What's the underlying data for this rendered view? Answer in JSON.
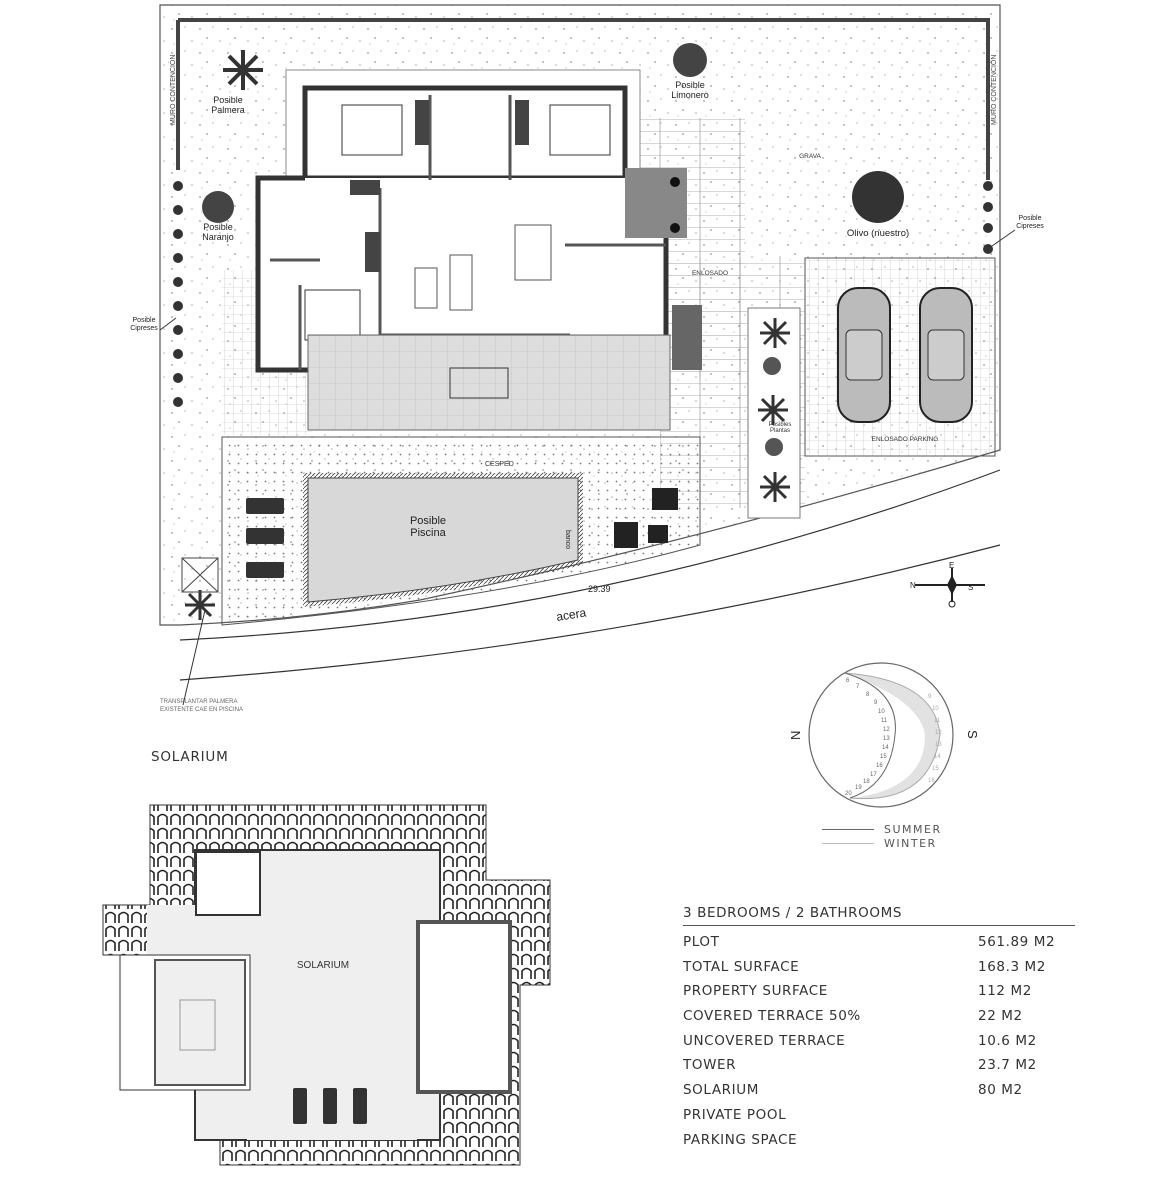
{
  "site_plan": {
    "retaining_wall_left": "MURO CONTENCIÓN",
    "retaining_wall_right": "MURO CONTENCIÓN",
    "palm_label": [
      "Posible",
      "Palmera"
    ],
    "lemon_label": [
      "Posible",
      "Limonero"
    ],
    "gravel_label": "GRAVA",
    "orange_label": [
      "Posible",
      "Naranjo"
    ],
    "olive_label": "Olivo (nuestro)",
    "cypress_right_label": [
      "Posible",
      "Cipreses"
    ],
    "cypress_left_label": [
      "Posible",
      "Cipreses"
    ],
    "paving_label": "ENLOSADO",
    "parking_label": "ENLOSADO PARKING",
    "plants_label": [
      "Posibles",
      "Plantas"
    ],
    "lawn_label": "CESPED",
    "pool_label": [
      "Posible",
      "Piscina"
    ],
    "bench_label": "banco",
    "level_label": "29.39",
    "sidewalk_label": "acera",
    "transplant_note": [
      "TRANSPLANTAR PALMERA",
      "EXISTENTE  CAE EN PISCINA"
    ],
    "compass": {
      "north": "N",
      "south": "S",
      "east": "E",
      "west": "O"
    }
  },
  "sun_diagram": {
    "north": "N",
    "south": "S",
    "summer_hours": [
      "6",
      "7",
      "8",
      "9",
      "10",
      "11",
      "12",
      "13",
      "14",
      "15",
      "16",
      "17",
      "18",
      "19",
      "20"
    ],
    "winter_hours": [
      "9",
      "10",
      "11",
      "12",
      "13",
      "14",
      "15",
      "16"
    ],
    "legend": {
      "summer": "SUMMER",
      "winter": "WINTER"
    },
    "colors": {
      "summer": "#666666",
      "winter": "#bbbbbb",
      "shade": "#e2e2e2"
    }
  },
  "solarium": {
    "title": "SOLARIUM",
    "room_label": "SOLARIUM"
  },
  "specs": {
    "heading": "3 BEDROOMS / 2 BATHROOMS",
    "rows": [
      {
        "label": "PLOT",
        "value": "561.89 M2"
      },
      {
        "label": "TOTAL SURFACE",
        "value": "168.3 M2"
      },
      {
        "label": "PROPERTY SURFACE",
        "value": "112 M2"
      },
      {
        "label": "COVERED TERRACE 50%",
        "value": "22 M2"
      },
      {
        "label": "UNCOVERED TERRACE",
        "value": "10.6 M2"
      },
      {
        "label": "TOWER",
        "value": "23.7 M2"
      },
      {
        "label": "SOLARIUM",
        "value": "80 M2"
      },
      {
        "label": "PRIVATE POOL",
        "value": ""
      },
      {
        "label": "PARKING SPACE",
        "value": ""
      }
    ]
  }
}
